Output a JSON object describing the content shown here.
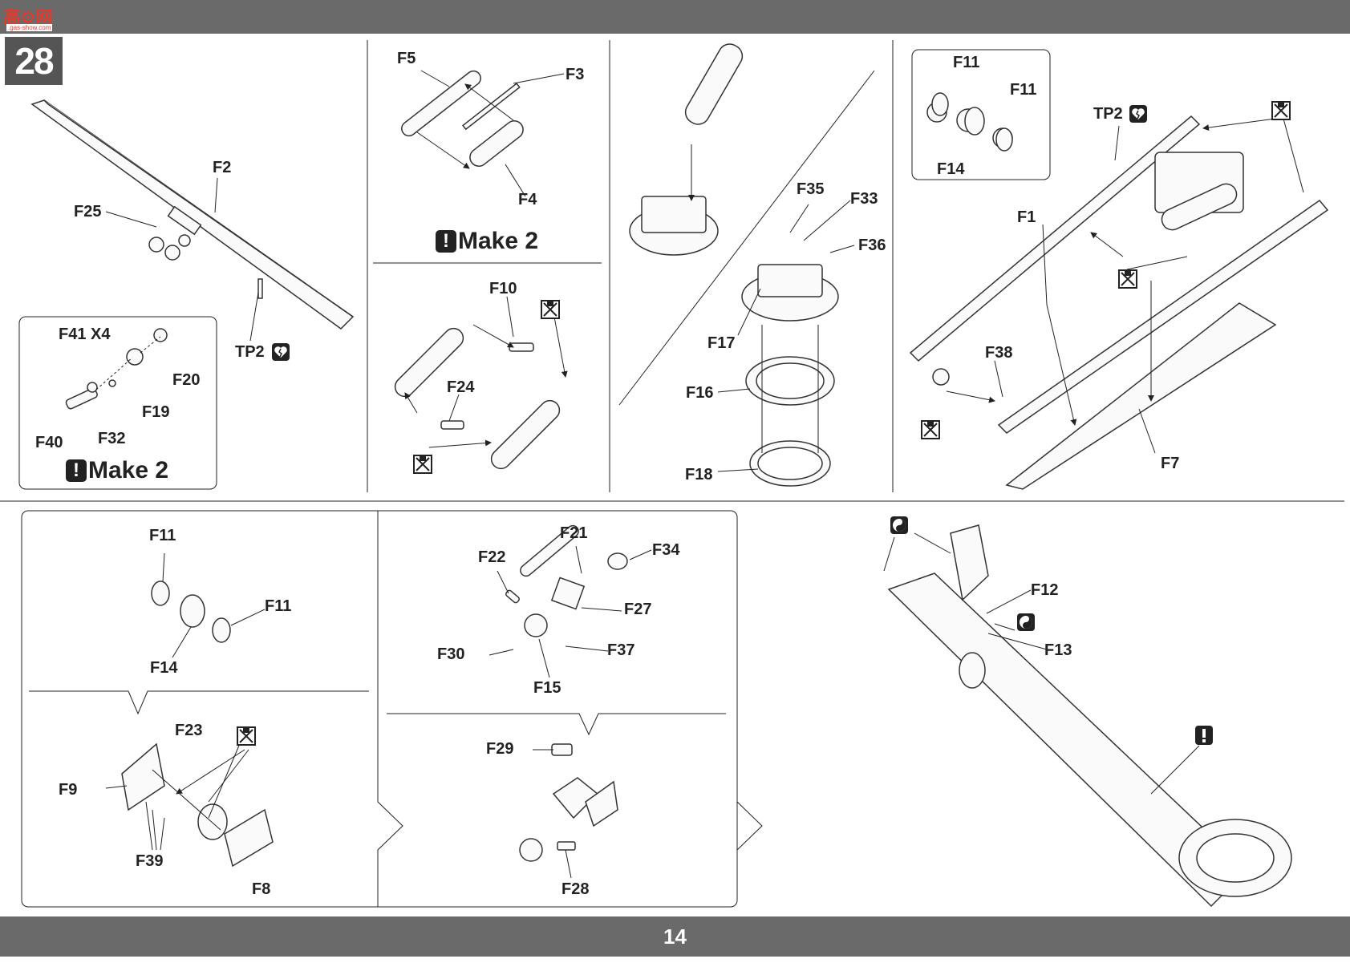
{
  "header": {
    "logo_text": "高⚙网",
    "logo_sub": ".gas-show.com"
  },
  "step_number": "28",
  "page_number": "14",
  "notes": {
    "make2": "Make 2"
  },
  "labels": {
    "f2": "F2",
    "f25": "F25",
    "tp2_a": "TP2",
    "tp2_b": "TP2",
    "f41x4": "F41 X4",
    "f20": "F20",
    "f19": "F19",
    "f40": "F40",
    "f32": "F32",
    "f5": "F5",
    "f3": "F3",
    "f4": "F4",
    "f10": "F10",
    "f24": "F24",
    "f35": "F35",
    "f33": "F33",
    "f36": "F36",
    "f17": "F17",
    "f16": "F16",
    "f18": "F18",
    "f11_a": "F11",
    "f11_b": "F11",
    "f14_a": "F14",
    "f1": "F1",
    "f38": "F38",
    "f7": "F7",
    "f11_c": "F11",
    "f11_d": "F11",
    "f14_b": "F14",
    "f23": "F23",
    "f9": "F9",
    "f39": "F39",
    "f8": "F8",
    "f21": "F21",
    "f22": "F22",
    "f34": "F34",
    "f27": "F27",
    "f30": "F30",
    "f37": "F37",
    "f15": "F15",
    "f29": "F29",
    "f28": "F28",
    "f12": "F12",
    "f13": "F13"
  },
  "icons": [
    "cement-x-icon",
    "broken-heart-icon",
    "yin-yang-icon",
    "exclamation-icon"
  ]
}
